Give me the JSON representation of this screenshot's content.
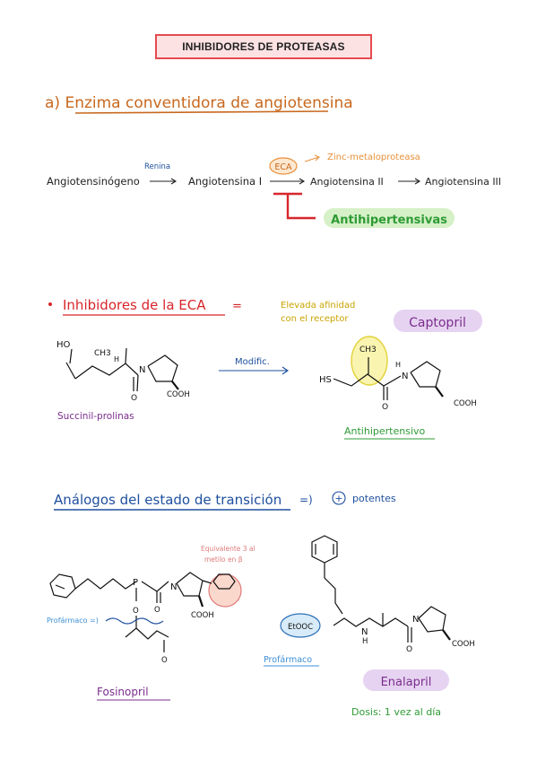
{
  "title": "INHIBIDORES DE PROTEASAS",
  "section_a": {
    "heading": "a) Enzima conventidora de angiotensina",
    "pathway": {
      "angiotensinogeno": "Angiotensinógeno",
      "renina": "Renina",
      "angiotensina1": "Angiotensina I",
      "eca": "ECA",
      "zinc": "Zinc-metaloproteasa",
      "angiotensina2": "Angiotensina II",
      "angiotensina3": "Angiotensina III",
      "antihipertensivas": "Antihipertensivas"
    }
  },
  "inhibidores": {
    "heading": "Inhibidores de la ECA",
    "afinidad_line1": "Elevada afinidad",
    "afinidad_line2": "con el receptor",
    "captopril": "Captopril",
    "modific": "Modific.",
    "succinil": "Succinil-prolinas",
    "antihipertensivo": "Antihipertensivo",
    "labels": {
      "ho": "HO",
      "ch3": "CH3",
      "h": "H",
      "o": "O",
      "n": "N",
      "cooh": "COOH",
      "hs": "HS"
    }
  },
  "analogos": {
    "heading": "Análogos del estado de transición",
    "arrow": "=)",
    "potentes": "potentes",
    "plus": "+",
    "equivalente_line1": "Equivalente 3 al",
    "equivalente_line2": "metilo en β",
    "profarmaco_fos": "Profármaco =)",
    "profarmaco_ena": "Profármaco",
    "fosinopril": "Fosinopril",
    "enalapril": "Enalapril",
    "dosis": "Dosis: 1 vez al día",
    "labels": {
      "p": "P",
      "o": "O",
      "n": "N",
      "cooh": "COOH",
      "etooc": "EtOOC",
      "h": "H"
    }
  },
  "colors": {
    "orange": "#c8681e",
    "red": "#d7262b",
    "purple": "#7b2d8e",
    "green": "#2e9b35",
    "blue": "#1e4f9e",
    "lightblue": "#3d8fd6",
    "pink": "#e07a7a",
    "yellow": "#f5ec6a",
    "lavender": "#e6d3f1",
    "lightgreen": "#d6f0c8",
    "peach": "#fbd8cc"
  }
}
